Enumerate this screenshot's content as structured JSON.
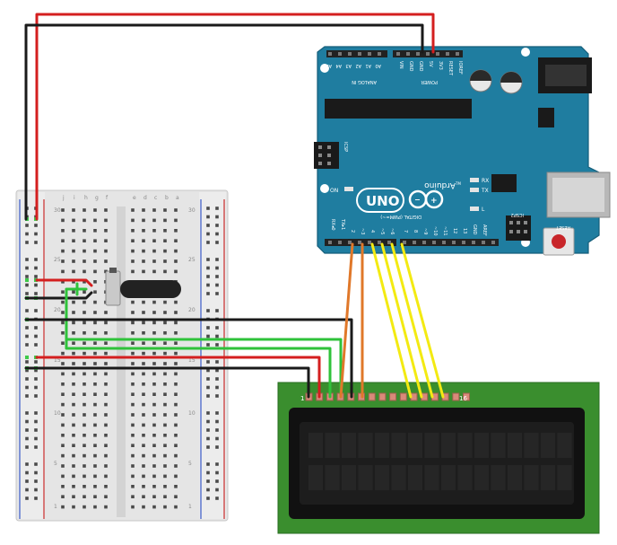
{
  "arduino": {
    "brand_logo": "UNO",
    "brand_name": "Arduino",
    "trademark": "TM",
    "on_label": "ON",
    "tx_label": "TX",
    "rx_label": "RX",
    "l_label": "L",
    "icsp_label": "ICSP",
    "icsp2_label": "ICSP2",
    "reset_label": "RESET",
    "digital_label": "DIGITAL (PWM=~)",
    "analog_label": "ANALOG IN",
    "power_label": "POWER",
    "aref_label": "AREF",
    "gnd_label": "GND",
    "analog_pins": [
      "A5",
      "A4",
      "A3",
      "A2",
      "A1",
      "A0"
    ],
    "power_pins": [
      "VIN",
      "GND",
      "GND",
      "5V",
      "3V3",
      "RESET",
      "IOREF"
    ],
    "digital_pins": [
      "RX◂0",
      "TX▸1",
      "2",
      "~3",
      "4",
      "~5",
      "~6",
      "7",
      "8",
      "~9",
      "~10",
      "~11",
      "12",
      "13"
    ]
  },
  "breadboard": {
    "row_numbers_left": [
      "30",
      "25",
      "20",
      "15",
      "10",
      "5",
      "1"
    ],
    "row_numbers_right": [
      "30",
      "25",
      "20",
      "15",
      "10",
      "5",
      "1"
    ],
    "col_letters_left": [
      "j",
      "i",
      "h",
      "g",
      "f"
    ],
    "col_letters_right": [
      "e",
      "d",
      "c",
      "b",
      "a"
    ]
  },
  "lcd": {
    "pin1_label": "1",
    "pin16_label": "16"
  },
  "colors": {
    "arduino_board": "#1f7da0",
    "breadboard": "#e8e8e8",
    "lcd_pcb": "#3a8e2e",
    "lcd_screen": "#1d1d1d",
    "wire_red": "#d41f1f",
    "wire_black": "#1a1a1a",
    "wire_green": "#2fc23a",
    "wire_orange": "#e0782a",
    "wire_yellow": "#f3ea12"
  }
}
